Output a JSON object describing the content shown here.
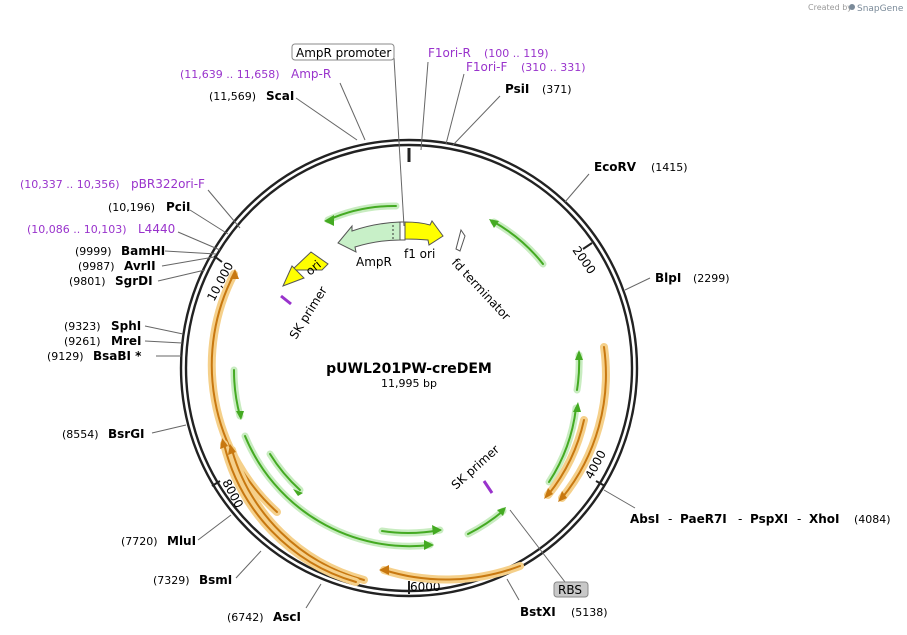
{
  "credit": {
    "created_by": "Created by",
    "brand": "SnapGene"
  },
  "plasmid": {
    "name": "pUWL201PW-creDEM",
    "size": "11,995 bp"
  },
  "ticks": [
    "2000",
    "4000",
    "6000",
    "8000",
    "10,000"
  ],
  "sites": {
    "scai": {
      "pos": "(11,569)",
      "name": "ScaI"
    },
    "psii": {
      "pos": "(371)",
      "name": "PsiI"
    },
    "ecorv": {
      "pos": "(1415)",
      "name": "EcoRV"
    },
    "blpi": {
      "pos": "(2299)",
      "name": "BlpI"
    },
    "pcii": {
      "pos": "(10,196)",
      "name": "PciI"
    },
    "bamhi": {
      "pos": "(9999)",
      "name": "BamHI"
    },
    "avrii": {
      "pos": "(9987)",
      "name": "AvrII"
    },
    "sgrdi": {
      "pos": "(9801)",
      "name": "SgrDI"
    },
    "sphi": {
      "pos": "(9323)",
      "name": "SphI"
    },
    "mrei": {
      "pos": "(9261)",
      "name": "MreI"
    },
    "bsabi": {
      "pos": "(9129)",
      "name": "BsaBI *"
    },
    "bsrgi": {
      "pos": "(8554)",
      "name": "BsrGI"
    },
    "mlui": {
      "pos": "(7720)",
      "name": "MluI"
    },
    "bsmi": {
      "pos": "(7329)",
      "name": "BsmI"
    },
    "asci": {
      "pos": "(6742)",
      "name": "AscI"
    },
    "bstxi": {
      "pos": "(5138)",
      "name": "BstXI"
    },
    "absi": {
      "name": "AbsI",
      "sep1": "-",
      "name2": "PaeR7I",
      "sep2": "-",
      "name3": "PspXI",
      "sep3": "-",
      "name4": "XhoI",
      "pos": "(4084)"
    }
  },
  "primers": {
    "ampr": {
      "pos": "(11,639 .. 11,658)",
      "name": "Amp-R"
    },
    "f1ori_r": {
      "name": "F1ori-R",
      "pos": "(100 .. 119)"
    },
    "f1ori_f": {
      "name": "F1ori-F",
      "pos": "(310 .. 331)"
    },
    "pbr322": {
      "pos": "(10,337 .. 10,356)",
      "name": "pBR322ori-F"
    },
    "l4440": {
      "pos": "(10,086 .. 10,103)",
      "name": "L4440"
    }
  },
  "boxes": {
    "ampr_promoter": "AmpR promoter",
    "rbs": "RBS"
  },
  "features": {
    "ampr": "AmpR",
    "f1ori": "f1 ori",
    "fdterm": "fd terminator",
    "ori": "ori",
    "sk_top": "SK primer",
    "sk_bottom": "SK primer"
  },
  "colors": {
    "backbone": "#222222",
    "primer": "#9933cc",
    "cds_green": "#44aa22",
    "cds_orange": "#e09020",
    "ampr_fill": "#c8f0c8",
    "yellow": "#ffff00"
  }
}
